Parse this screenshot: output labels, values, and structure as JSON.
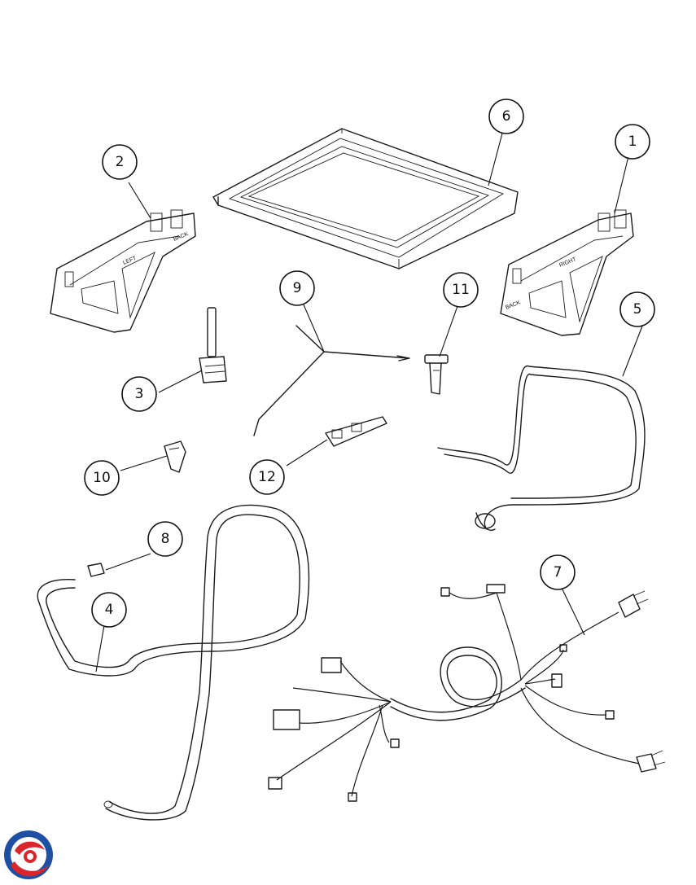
{
  "callouts": [
    {
      "id": "1",
      "label": "1"
    },
    {
      "id": "2",
      "label": "2"
    },
    {
      "id": "3",
      "label": "3"
    },
    {
      "id": "4",
      "label": "4"
    },
    {
      "id": "5",
      "label": "5"
    },
    {
      "id": "6",
      "label": "6"
    },
    {
      "id": "7",
      "label": "7"
    },
    {
      "id": "8",
      "label": "8"
    },
    {
      "id": "9",
      "label": "9"
    },
    {
      "id": "10",
      "label": "10"
    },
    {
      "id": "11",
      "label": "11"
    },
    {
      "id": "12",
      "label": "12"
    }
  ],
  "part_markings": {
    "left_bracket_text": "LEFT",
    "left_bracket_back": "BACK",
    "right_bracket_text": "RIGHT",
    "right_bracket_back": "BACK"
  },
  "logo": {
    "icon": "brand-swirl-icon",
    "colors": [
      "#1f4fa3",
      "#d9262c"
    ]
  }
}
